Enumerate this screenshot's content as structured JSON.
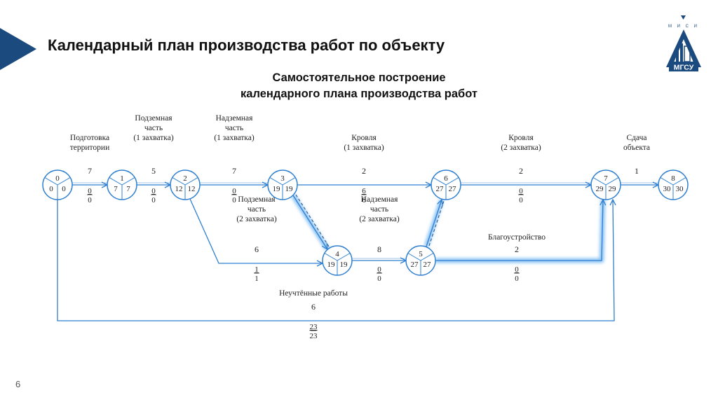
{
  "header": {
    "title": "Календарный план производства работ по объекту",
    "subtitle_line1": "Самостоятельное построение",
    "subtitle_line2": "календарного плана производства работ",
    "logo_top_text": "М И С И",
    "logo_bottom_text": "МГСУ"
  },
  "footer": {
    "page_number": "6"
  },
  "colors": {
    "brand": "#1b4a7e",
    "line": "#2f7fd0",
    "glow": "#8cc4f5"
  },
  "diagram": {
    "nodes": [
      {
        "id": "0",
        "early": "0",
        "late": "0"
      },
      {
        "id": "1",
        "early": "7",
        "late": "7"
      },
      {
        "id": "2",
        "early": "12",
        "late": "12"
      },
      {
        "id": "3",
        "early": "19",
        "late": "19"
      },
      {
        "id": "4",
        "early": "19",
        "late": "19"
      },
      {
        "id": "5",
        "early": "27",
        "late": "27"
      },
      {
        "id": "6",
        "early": "27",
        "late": "27"
      },
      {
        "id": "7",
        "early": "29",
        "late": "29"
      },
      {
        "id": "8",
        "early": "30",
        "late": "30"
      }
    ],
    "activities": [
      {
        "from": "0",
        "to": "1",
        "name_lines": [
          "Подготовка",
          "территории"
        ],
        "duration": "7",
        "reserve_total": "0",
        "reserve_free": "0",
        "critical": true
      },
      {
        "from": "1",
        "to": "2",
        "name_lines": [
          "Подземная",
          "часть",
          "(1 захватка)"
        ],
        "duration": "5",
        "reserve_total": "0",
        "reserve_free": "0",
        "critical": true
      },
      {
        "from": "2",
        "to": "3",
        "name_lines": [
          "Надземная",
          "часть",
          "(1 захватка)"
        ],
        "duration": "7",
        "reserve_total": "0",
        "reserve_free": "0",
        "critical": true
      },
      {
        "from": "3",
        "to": "6",
        "name_lines": [
          "Кровля",
          "(1 захватка)"
        ],
        "duration": "2",
        "reserve_total": "6",
        "reserve_free": "6",
        "critical": false
      },
      {
        "from": "6",
        "to": "7",
        "name_lines": [
          "Кровля",
          "(2 захватка)"
        ],
        "duration": "2",
        "reserve_total": "0",
        "reserve_free": "0",
        "critical": true
      },
      {
        "from": "7",
        "to": "8",
        "name_lines": [
          "Сдача",
          "объекта"
        ],
        "duration": "1",
        "reserve_total": "",
        "reserve_free": "",
        "critical": true
      },
      {
        "from": "2",
        "to": "4",
        "name_lines": [
          "Подземная",
          "часть",
          "(2 захватка)"
        ],
        "duration": "6",
        "reserve_total": "1",
        "reserve_free": "1",
        "critical": false
      },
      {
        "from": "4",
        "to": "5",
        "name_lines": [
          "Надземная",
          "часть",
          "(2 захватка)"
        ],
        "duration": "8",
        "reserve_total": "0",
        "reserve_free": "0",
        "critical": true
      },
      {
        "from": "5",
        "to": "7",
        "name_lines": [
          "Благоустройство"
        ],
        "duration": "2",
        "reserve_total": "0",
        "reserve_free": "0",
        "critical": true
      },
      {
        "from": "0",
        "to": "7",
        "name_lines": [
          "Неучтённые работы"
        ],
        "duration": "6",
        "reserve_total": "23",
        "reserve_free": "23",
        "critical": false
      },
      {
        "from": "3",
        "to": "4",
        "name_lines": [],
        "duration": "",
        "reserve_total": "",
        "reserve_free": "",
        "critical": true,
        "dummy": true
      },
      {
        "from": "5",
        "to": "6",
        "name_lines": [],
        "duration": "",
        "reserve_total": "",
        "reserve_free": "",
        "critical": true,
        "dummy": true
      }
    ]
  }
}
